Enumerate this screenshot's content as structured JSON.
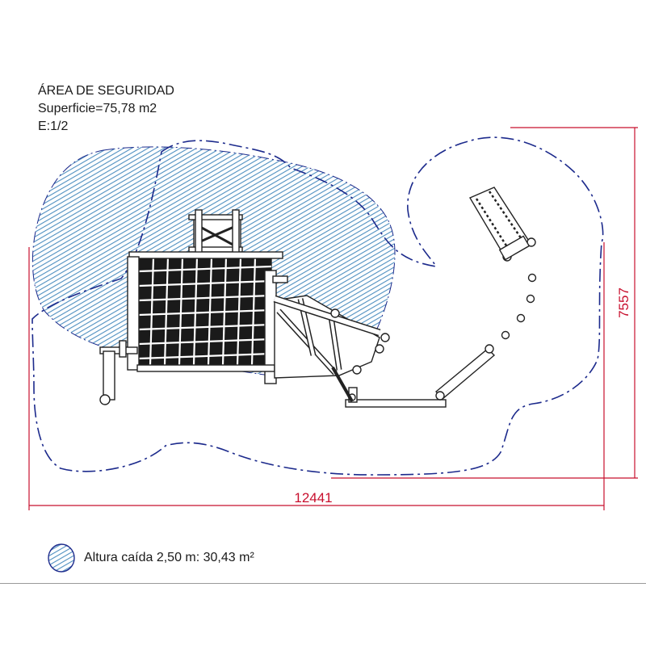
{
  "header": {
    "title": "ÁREA DE SEGURIDAD",
    "surface": "Superficie=75,78 m2",
    "scale": "E:1/2"
  },
  "dimensions": {
    "width": "12441",
    "height": "7557"
  },
  "legend": {
    "label": "Altura caída 2,50 m: 30,43 m²"
  },
  "colors": {
    "hatch": "#4f8fc0",
    "boundary": "#1c2a8c",
    "dimension": "#c8102e",
    "structure": "#222222"
  }
}
